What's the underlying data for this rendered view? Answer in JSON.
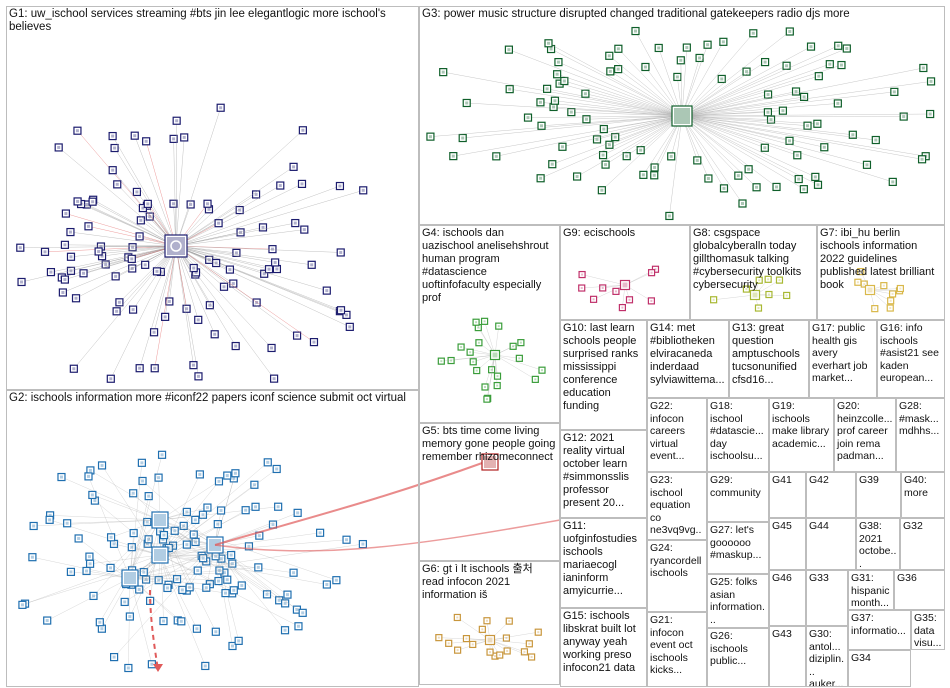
{
  "groups": [
    {
      "id": "G1",
      "text": "G1: uw_ischool services streaming #bts jin lee elegantlogic more ischool's believes"
    },
    {
      "id": "G2",
      "text": "G2: ischools information more #iconf22 papers iconf science submit oct virtual"
    },
    {
      "id": "G3",
      "text": "G3: power music structure disrupted changed traditional gatekeepers radio djs more"
    },
    {
      "id": "G4",
      "text": "G4: ischools dan uazischool anelisehshrout human program #datascience uoftinfofaculty especially prof"
    },
    {
      "id": "G5",
      "text": "G5: bts time come living memory gone people going remember rhizomeconnect"
    },
    {
      "id": "G6",
      "text": "G6: gt ì lt ischools 출처 read infocon 2021 information iš"
    },
    {
      "id": "G7",
      "text": "G7: ibi_hu berlin ischools information 2022 guidelines published latest brilliant book"
    },
    {
      "id": "G8",
      "text": "G8: csgspace globalcyberalln today gillthomasuk talking #cybersecurity toolkits cybersecurity"
    },
    {
      "id": "G9",
      "text": "G9: ecischools"
    },
    {
      "id": "G10",
      "text": "G10: last learn schools people surprised ranks mississippi conference education funding"
    },
    {
      "id": "G11",
      "text": "G11: uofginfostudies ischools mariaecogl ianinform amyicurrie..."
    },
    {
      "id": "G12",
      "text": "G12: 2021 reality virtual october learn #simmonsslis professor present 20..."
    },
    {
      "id": "G13",
      "text": "G13: great question amptuschools tucsonunified cfsd16..."
    },
    {
      "id": "G14",
      "text": "G14: met #bibliotheken elviracaneda inderdaad sylviawittema..."
    },
    {
      "id": "G15",
      "text": "G15: ischools libskrat built lot anyway yeah working preso infocon21 data"
    },
    {
      "id": "G16",
      "text": "G16: info ischools #asist21 see kaden european..."
    },
    {
      "id": "G17",
      "text": "G17: public health gis avery everhart job market..."
    },
    {
      "id": "G18",
      "text": "G18: ischool #datascie... day ischoolsu..."
    },
    {
      "id": "G19",
      "text": "G19: ischools make library academic..."
    },
    {
      "id": "G20",
      "text": "G20: heinzcolle... prof career join rema padman..."
    },
    {
      "id": "G21",
      "text": "G21: infocon event oct ischools kicks..."
    },
    {
      "id": "G22",
      "text": "G22: infocon careers virtual event..."
    },
    {
      "id": "G23",
      "text": "G23: ischool equation co ne3vq9vg..."
    },
    {
      "id": "G24",
      "text": "G24: ryancordell ischools"
    },
    {
      "id": "G25",
      "text": "G25: folks asian information..."
    },
    {
      "id": "G26",
      "text": "G26: ischools public..."
    },
    {
      "id": "G27",
      "text": "G27: let's goooooo #maskup..."
    },
    {
      "id": "G28",
      "text": "G28: #mask... mdhhs..."
    },
    {
      "id": "G29",
      "text": "G29: community"
    },
    {
      "id": "G30",
      "text": "G30: antol... diziplin... auker..."
    },
    {
      "id": "G31",
      "text": "G31: hispanic month..."
    },
    {
      "id": "G32",
      "text": "G32"
    },
    {
      "id": "G33",
      "text": "G33"
    },
    {
      "id": "G34",
      "text": "G34"
    },
    {
      "id": "G35",
      "text": "G35: data visu..."
    },
    {
      "id": "G36",
      "text": "G36"
    },
    {
      "id": "G37",
      "text": "G37: informatio..."
    },
    {
      "id": "G38",
      "text": "G38: 2021 octobe..."
    },
    {
      "id": "G39",
      "text": "G39"
    },
    {
      "id": "G40",
      "text": "G40: more"
    },
    {
      "id": "G41",
      "text": "G41"
    },
    {
      "id": "G42",
      "text": "G42"
    },
    {
      "id": "G43",
      "text": "G43"
    },
    {
      "id": "G44",
      "text": "G44"
    },
    {
      "id": "G45",
      "text": "G45"
    },
    {
      "id": "G46",
      "text": "G46"
    }
  ],
  "colors": {
    "G1": "#1c1c6e",
    "G2": "#1f6fb0",
    "G3": "#0f5f2a",
    "G4": "#3a9d3a",
    "G5": "#b02020",
    "G6": "#c8963c",
    "G7": "#d9b84a",
    "G8": "#a8b832",
    "G9": "#c0306a",
    "edge": "#9a9a9a",
    "edge_red": "#e05a5a"
  }
}
